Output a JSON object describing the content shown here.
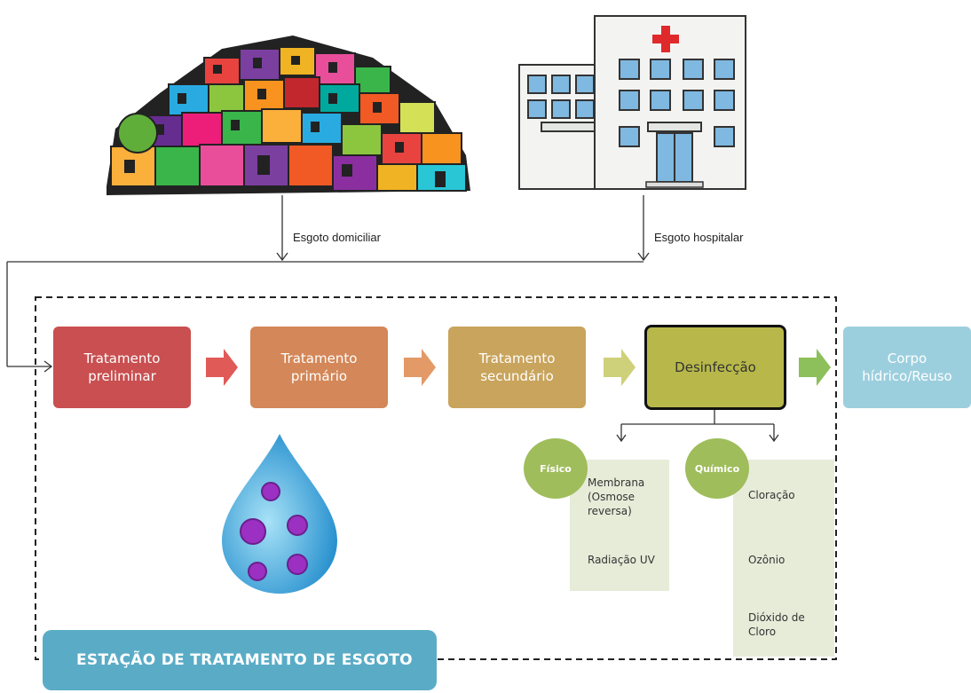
{
  "sources": {
    "domestic_label": "Esgoto domiciliar",
    "hospital_label": "Esgoto hospitalar"
  },
  "steps": [
    {
      "label": "Tratamento\npreliminar",
      "color": "#c94f50"
    },
    {
      "label": "Tratamento\nprimário",
      "color": "#d48758"
    },
    {
      "label": "Tratamento\nsecundário",
      "color": "#c9a45c"
    },
    {
      "label": "Desinfecção",
      "color": "#b8b84a"
    },
    {
      "label": "Corpo\nhídrico/Reuso",
      "color": "#9ccfde"
    }
  ],
  "disinfection": {
    "physical": {
      "label": "Físico",
      "items": [
        "Membrana\n(Osmose\nreversa)",
        "Radiação UV"
      ]
    },
    "chemical": {
      "label": "Químico",
      "items": [
        "Cloração",
        "Ozônio",
        "Dióxido de\nCloro"
      ]
    }
  },
  "station_label": "ESTAÇÃO DE TRATAMENTO DE ESGOTO",
  "colors": {
    "accent_green": "#9fbd5b",
    "panel_bg": "#e7ecd9",
    "banner": "#5aacc6"
  }
}
